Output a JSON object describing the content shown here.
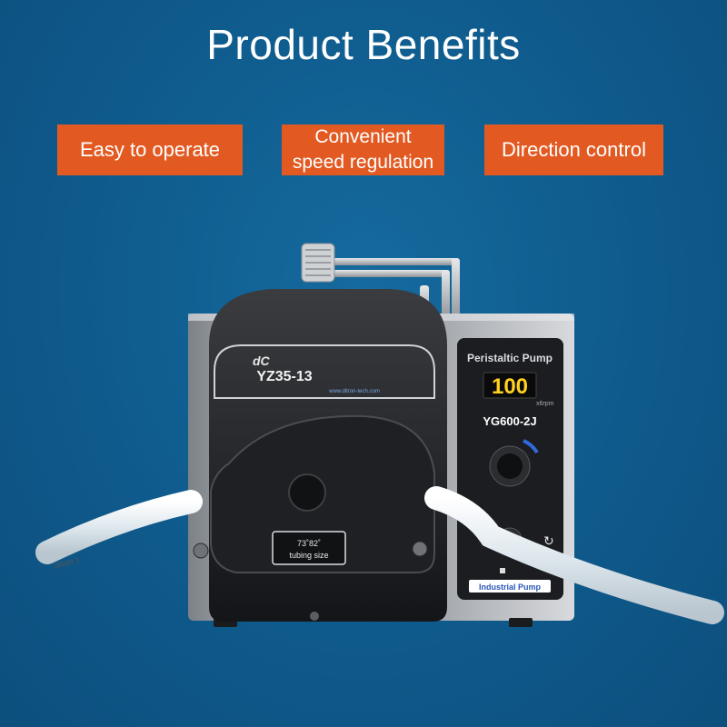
{
  "page": {
    "title": "Product Benefits",
    "background": "#0f5a8c"
  },
  "benefits": [
    {
      "label": "Easy to operate"
    },
    {
      "label": "Convenient speed regulation"
    },
    {
      "label": "Direction control"
    }
  ],
  "benefit_color": "#e25a22",
  "pump": {
    "head_logo": "dC",
    "head_model": "YZ35-13",
    "head_url": "www.ditron-tech.com",
    "tubing_dims": "73˚82˚",
    "tubing_label": "tubing size",
    "panel_title": "Peristaltic Pump",
    "display_value": "100",
    "display_unit": "x6rpm",
    "drive_model": "YG600-2J",
    "panel_footer": "Industrial Pump",
    "tube_text": "3mm )"
  }
}
